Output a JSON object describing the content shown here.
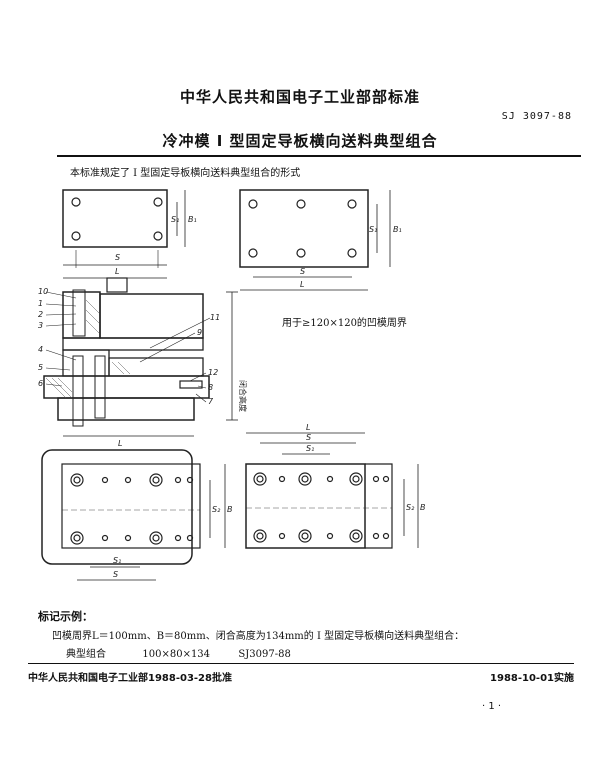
{
  "header": {
    "organization": "中华人民共和国电子工业部部标准",
    "standard_code": "SJ 3097-88"
  },
  "title": "冷冲模   I 型固定导板横向送料典型组合",
  "intro": "本标准规定了 I 型固定导板横向送料典型组合的形式",
  "figure": {
    "note_text": "用于≥120×120的凹模周界",
    "dim_labels": {
      "S1": "S₁",
      "B1": "B₁",
      "S": "S",
      "L": "L",
      "S2": "S₂",
      "B": "B",
      "closed_height": "闭合高度"
    },
    "part_numbers": [
      "10",
      "1",
      "2",
      "3",
      "4",
      "5",
      "6",
      "11",
      "9",
      "12",
      "8",
      "7"
    ]
  },
  "marking_example": {
    "heading": "标记示例：",
    "line1": "凹模周界L＝100mm、B＝80mm、闭合高度为134mm的 I 型固定导板横向送料典型组合：",
    "line2_label": "典型组合",
    "line2_dims": "100×80×134",
    "line2_code": "SJ3097-88"
  },
  "footer": {
    "approval": "中华人民共和国电子工业部1988-03-28批准",
    "implementation": "1988-10-01实施",
    "page": "· 1 ·"
  }
}
